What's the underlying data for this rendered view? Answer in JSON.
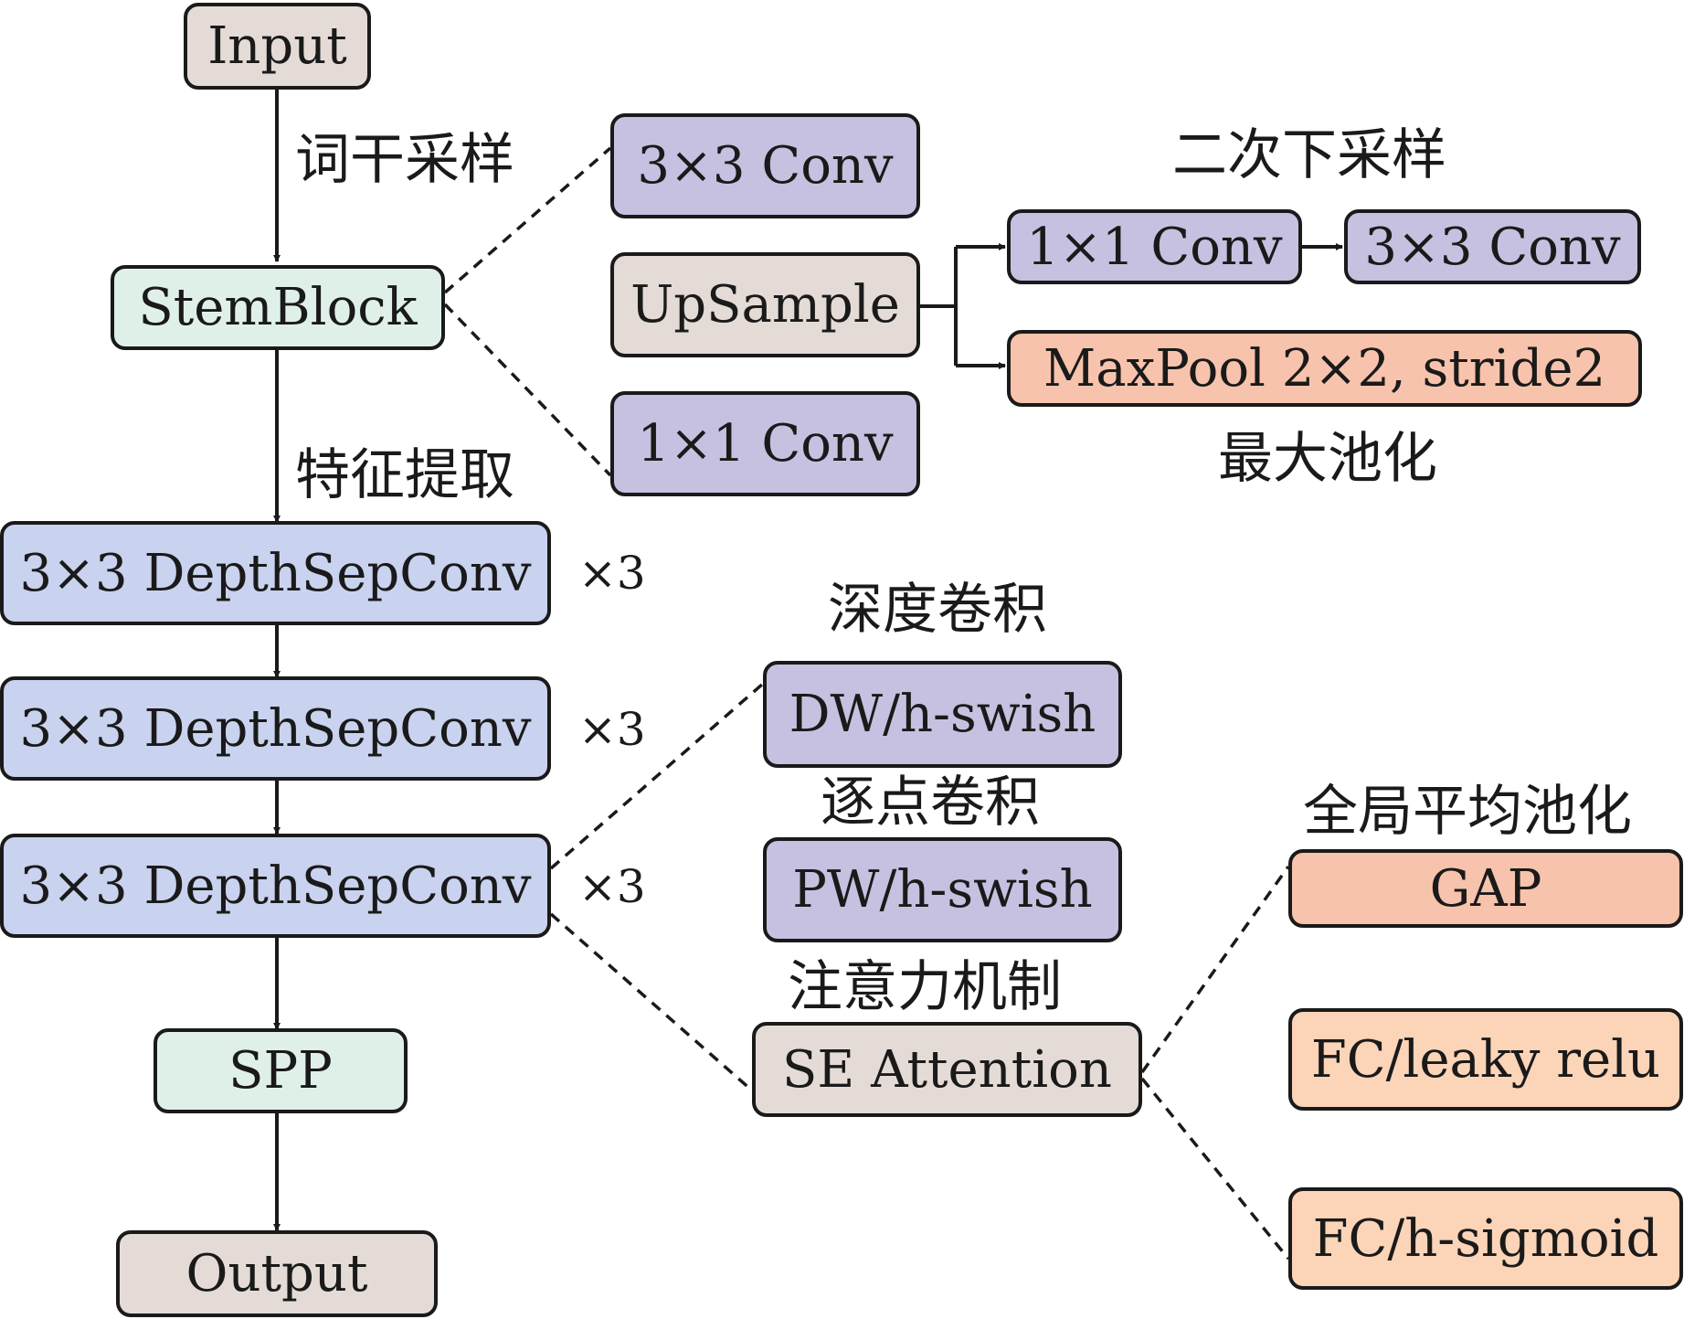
{
  "nodes": {
    "input": "Input",
    "stemblock": "StemBlock",
    "conv3x3_a": "3×3 Conv",
    "upsample": "UpSample",
    "conv1x1_a": "1×1 Conv",
    "conv1x1_b": "1×1 Conv",
    "conv3x3_b": "3×3 Conv",
    "maxpool": "MaxPool 2×2, stride2",
    "dsc1": "3×3 DepthSepConv",
    "dsc2": "3×3 DepthSepConv",
    "dsc3": "3×3 DepthSepConv",
    "dw": "DW/h-swish",
    "pw": "PW/h-swish",
    "se": "SE Attention",
    "gap": "GAP",
    "fc_relu": "FC/leaky relu",
    "fc_sigmoid": "FC/h-sigmoid",
    "spp": "SPP",
    "output": "Output"
  },
  "labels": {
    "stem_sampling": "词干采样",
    "secondary_downsampling": "二次下采样",
    "feature_extraction": "特征提取",
    "max_pooling": "最大池化",
    "depthwise_conv": "深度卷积",
    "pointwise_conv": "逐点卷积",
    "attention": "注意力机制",
    "global_avg_pooling": "全局平均池化"
  },
  "repeats": {
    "dsc1": "×3",
    "dsc2": "×3",
    "dsc3": "×3"
  }
}
